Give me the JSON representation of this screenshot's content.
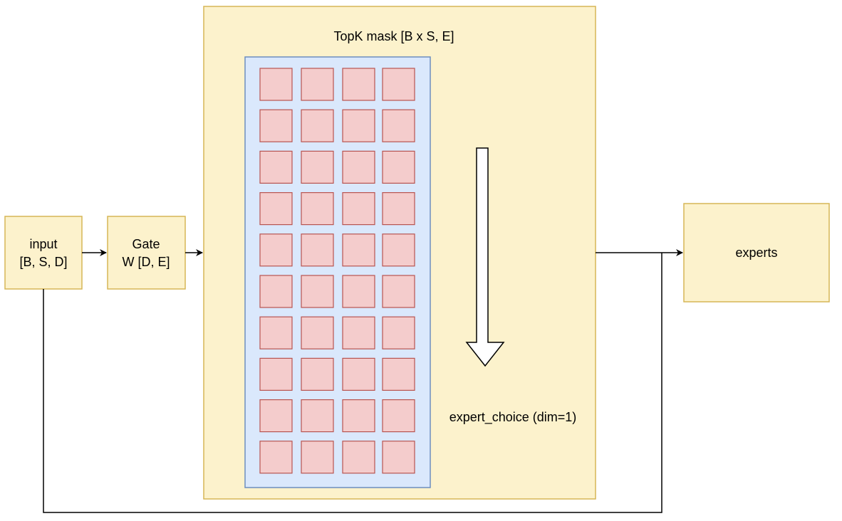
{
  "colors": {
    "node_fill": "#fcf2cc",
    "node_stroke": "#d6b656",
    "panel_fill": "#dae8fc",
    "panel_stroke": "#6c8ebf",
    "cell_fill": "#f4cccc",
    "cell_stroke": "#b85450",
    "line": "#000000"
  },
  "nodes": {
    "input": {
      "line1": "input",
      "line2": "[B, S, D]"
    },
    "gate": {
      "line1": "Gate",
      "line2": "W [D, E]"
    },
    "topk": {
      "title": "TopK mask [B x S, E]"
    },
    "experts": {
      "label": "experts"
    }
  },
  "mask": {
    "rows": 10,
    "cols": 4
  },
  "annotation": {
    "label": "expert_choice (dim=1)"
  }
}
